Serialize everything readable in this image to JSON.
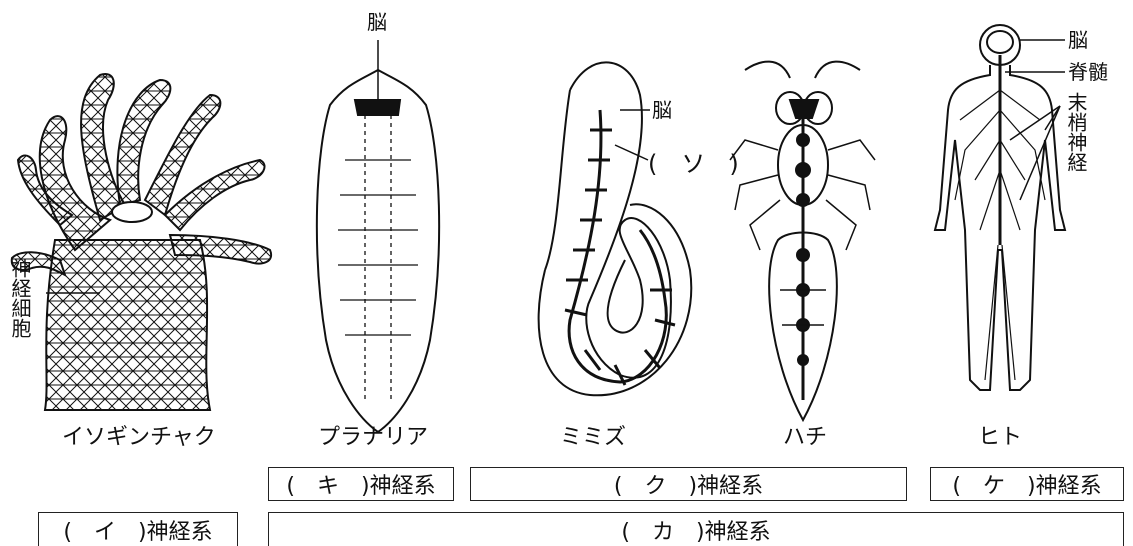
{
  "organisms": [
    "イソギンチャク",
    "プラナリア",
    "ミミズ",
    "ハチ",
    "ヒト"
  ],
  "labels": {
    "planaria_brain": "脳",
    "earthworm_brain": "脳",
    "earthworm_blank": "(　ソ　)",
    "human_brain": "脳",
    "human_spinal": "脊髄",
    "human_peripheral": "末梢神経",
    "hydra_nerve_cell": "神経細胞"
  },
  "boxes": {
    "ki": "(　キ　)神経系",
    "ku": "(　ク　)神経系",
    "ke": "(　ケ　)神経系",
    "i": "(　イ　)神経系",
    "ka": "(　カ　)神経系"
  },
  "colors": {
    "ink": "#111111",
    "paper": "#ffffff"
  }
}
